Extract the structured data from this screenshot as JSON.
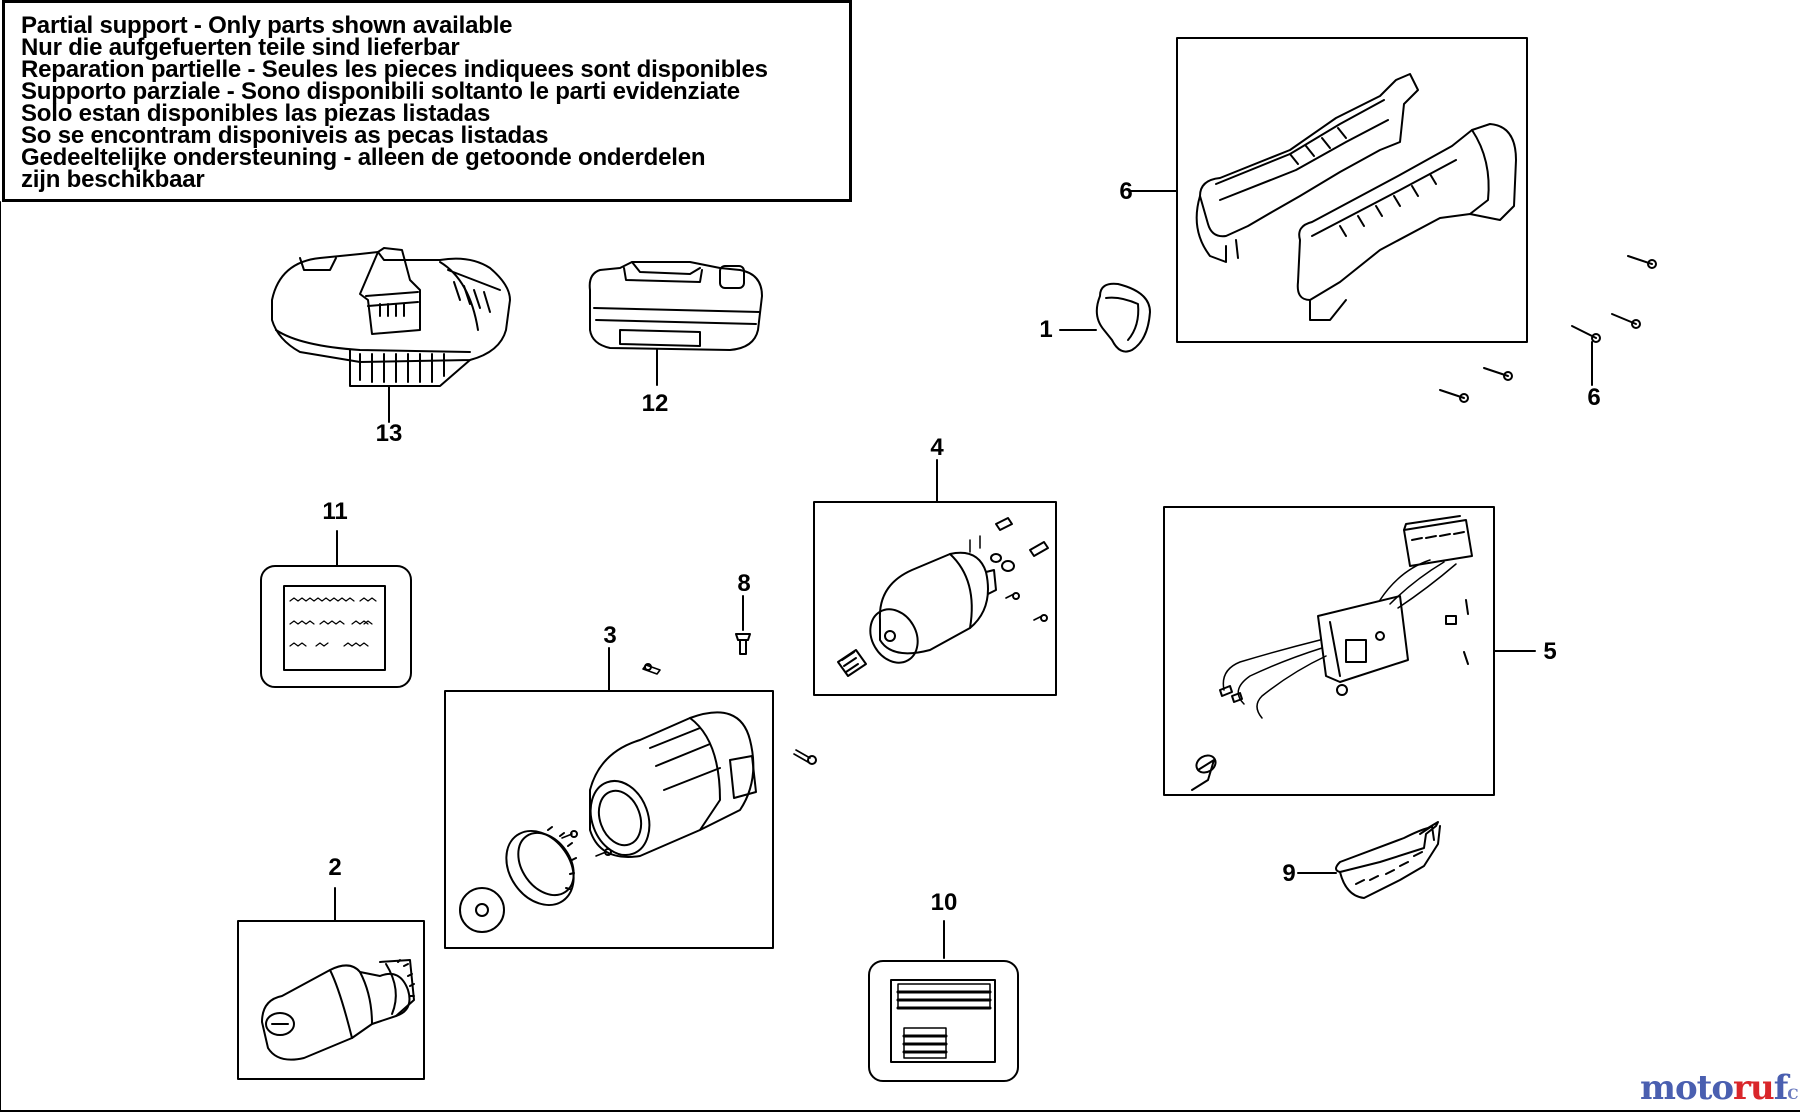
{
  "notice": {
    "lines": [
      "Partial support - Only parts shown available",
      "Nur die aufgefuerten teile sind lieferbar",
      "Reparation partielle - Seules les pieces indiquees sont disponibles",
      "Supporto parziale - Sono disponibili soltanto le parti evidenziate",
      "Solo estan disponibles las piezas listadas",
      "So se encontram disponiveis as pecas listadas",
      "Gedeeltelijke ondersteuning - alleen de getoonde onderdelen",
      "zijn beschikbaar"
    ]
  },
  "parts": {
    "p1": "1",
    "p2": "2",
    "p3": "3",
    "p4": "4",
    "p5": "5",
    "p6a": "6",
    "p6b": "6",
    "p8": "8",
    "p9": "9",
    "p10": "10",
    "p11": "11",
    "p12": "12",
    "p13": "13"
  },
  "watermark": {
    "part1": "moto",
    "part2": "ru",
    "part3": "f",
    "part4": "C"
  }
}
